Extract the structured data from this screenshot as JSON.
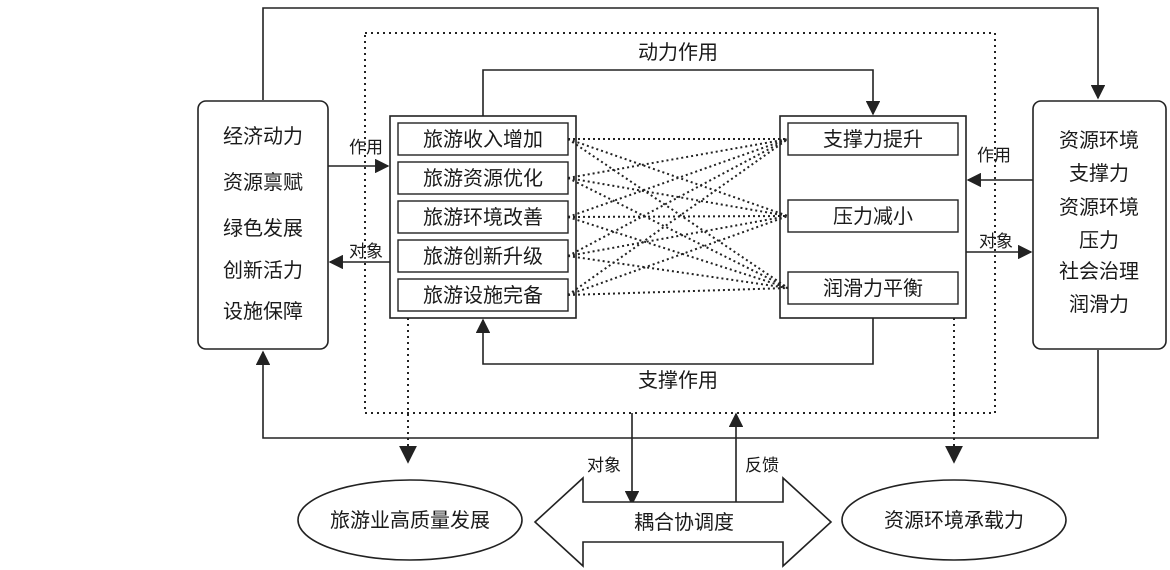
{
  "left_factors": [
    "经济动力",
    "资源禀赋",
    "绿色发展",
    "创新活力",
    "设施保障"
  ],
  "right_factors": [
    "资源环境",
    "支撑力",
    "资源环境",
    "压力",
    "社会治理",
    "润滑力"
  ],
  "tourism_items": [
    "旅游收入增加",
    "旅游资源优化",
    "旅游环境改善",
    "旅游创新升级",
    "旅游设施完备"
  ],
  "resource_items": [
    "支撑力提升",
    "压力减小",
    "润滑力平衡"
  ],
  "labels": {
    "power": "动力作用",
    "support": "支撑作用",
    "effect_left": "作用",
    "object_left": "对象",
    "effect_right": "作用",
    "object_right": "对象",
    "object_bottom": "对象",
    "feedback": "反馈"
  },
  "outputs": {
    "tourism": "旅游业高质量发展",
    "coupling": "耦合协调度",
    "resource": "资源环境承载力"
  }
}
